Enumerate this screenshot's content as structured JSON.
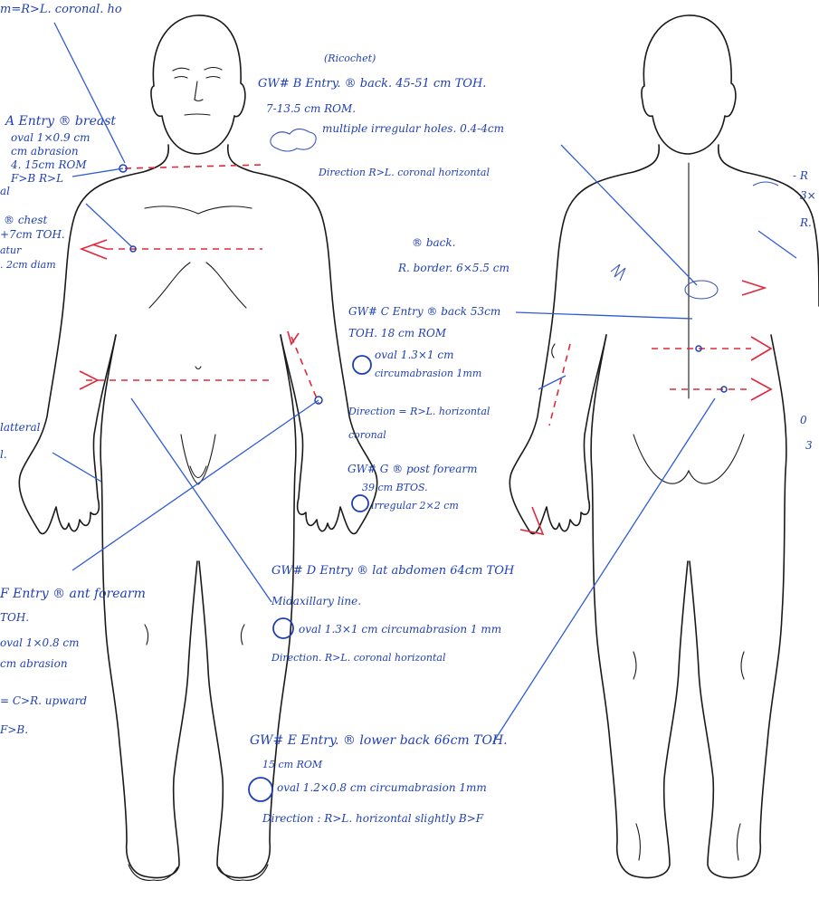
{
  "notes": {
    "top_left_direction": "m=R>L. coronal. ho",
    "gw_a_l1": "A Entry ® breast",
    "gw_a_l2": "oval 1×0.9 cm",
    "gw_a_l3": "cm abrasion",
    "gw_a_l4": "4. 15cm ROM",
    "gw_a_l5": "F>B R>L",
    "gw_a_l6": "al",
    "chest_l1": "® chest",
    "chest_l2": "+7cm TOH.",
    "chest_l3": "atur",
    "chest_l4": ". 2cm diam",
    "left_hand_l1": "latteral",
    "left_hand_l2": "l.",
    "gw_f_l1": "F Entry ® ant forearm",
    "gw_f_l2": "TOH.",
    "gw_f_l3": "oval 1×0.8 cm",
    "gw_f_l4": "cm abrasion",
    "gw_f_l5": "= C>R. upward",
    "gw_f_l6": "F>B.",
    "gw_b_l0": "(Ricochet)",
    "gw_b_l1": "GW# B Entry. ® back. 45-51 cm TOH.",
    "gw_b_l2": "7-13.5 cm ROM.",
    "gw_b_l3": "multiple irregular holes. 0.4-4cm",
    "gw_b_l4": "Direction R>L. coronal horizontal",
    "back_abr_l1": "® back.",
    "back_abr_l2": "R. border. 6×5.5 cm",
    "gw_c_l1": "GW# C Entry ® back 53cm",
    "gw_c_l2": "TOH. 18 cm ROM",
    "gw_c_l3": "oval 1.3×1 cm",
    "gw_c_l4": "circumabrasion 1mm",
    "gw_c_l5": "Direction = R>L. horizontal",
    "gw_c_l6": "coronal",
    "gw_g_l1": "GW# G ® post forearm",
    "gw_g_l2": "39 cm BTOS.",
    "gw_g_l3": "irregular 2×2 cm",
    "gw_d_l1": "GW# D Entry ® lat abdomen 64cm TOH",
    "gw_d_l2": "Midaxillary line.",
    "gw_d_l3": "oval 1.3×1 cm circumabrasion 1 mm",
    "gw_d_l4": "Direction. R>L. coronal horizontal",
    "gw_e_l1": "GW# E Entry. ® lower back 66cm TOH.",
    "gw_e_l2": "15 cm ROM",
    "gw_e_l3": "oval 1.2×0.8 cm circumabrasion 1mm",
    "gw_e_l4": "Direction : R>L. horizontal slightly B>F",
    "right_l1": "- R",
    "right_l2": "3×",
    "right_l3": "R.",
    "right_l4": "0",
    "right_l5": "3"
  },
  "colors": {
    "ink_blue": "#1f3fb3",
    "trajectory_red": "#e0283c",
    "outline": "#1a1a1a"
  }
}
